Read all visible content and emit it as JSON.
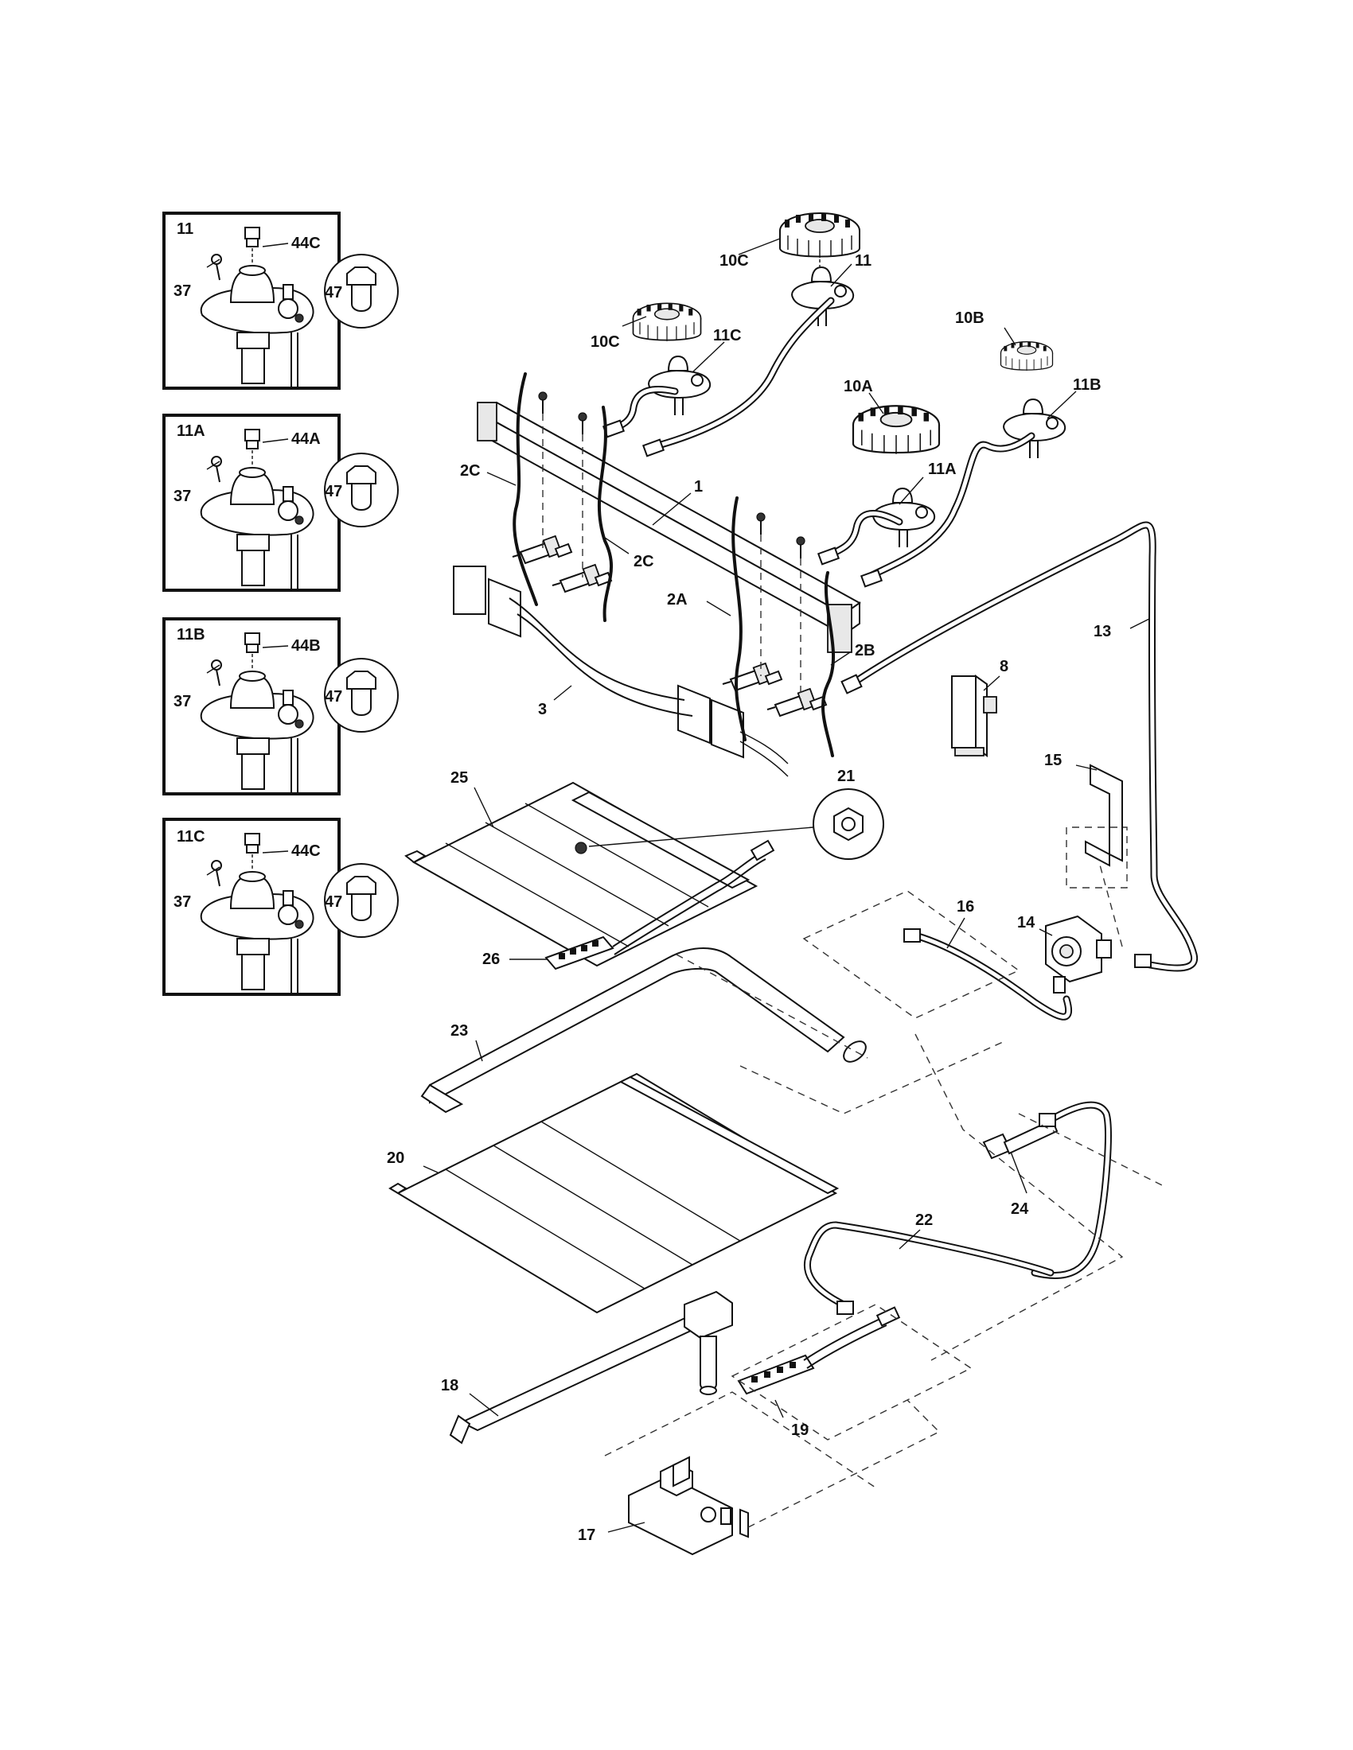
{
  "callouts": {
    "c1": "1",
    "c2a": "2A",
    "c2b": "2B",
    "c2c_upper": "2C",
    "c2c_lower": "2C",
    "c3": "3",
    "c8": "8",
    "c10a": "10A",
    "c10b": "10B",
    "c10c_top": "10C",
    "c10c_left": "10C",
    "c11": "11",
    "c11a": "11A",
    "c11b": "11B",
    "c11c": "11C",
    "c13": "13",
    "c14": "14",
    "c15": "15",
    "c16": "16",
    "c17": "17",
    "c18": "18",
    "c19": "19",
    "c20": "20",
    "c21": "21",
    "c22": "22",
    "c23": "23",
    "c24": "24",
    "c25": "25",
    "c26": "26"
  },
  "insets": [
    {
      "title": "11",
      "screw": "37",
      "cap": "44C",
      "jet": "47"
    },
    {
      "title": "11A",
      "screw": "37",
      "cap": "44A",
      "jet": "47"
    },
    {
      "title": "11B",
      "screw": "37",
      "cap": "44B",
      "jet": "47"
    },
    {
      "title": "11C",
      "screw": "37",
      "cap": "44C",
      "jet": "47"
    }
  ]
}
